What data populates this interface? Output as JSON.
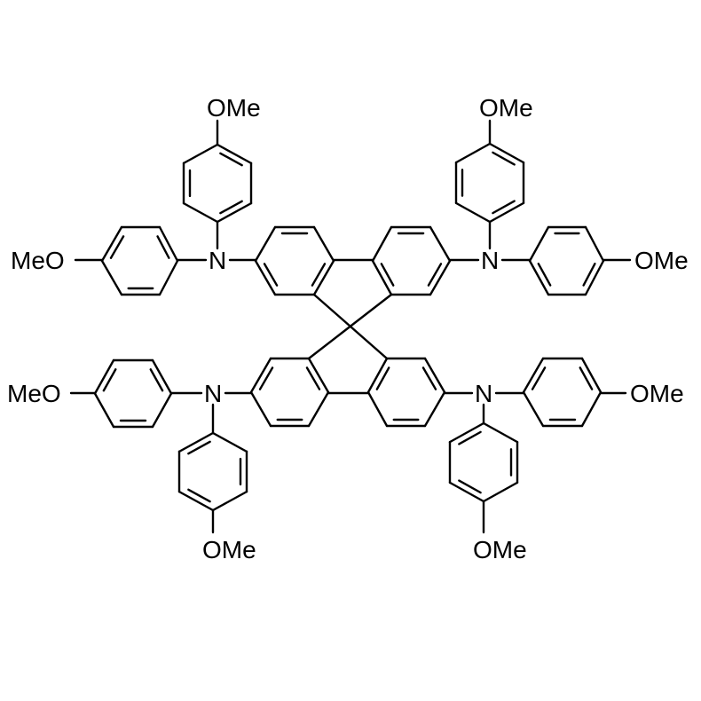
{
  "molecule": {
    "labels": {
      "ome_top_left": "OMe",
      "meo_left_upper": "MeO",
      "n_upper_left": "N",
      "ome_top_right": "OMe",
      "n_upper_right": "N",
      "ome_right_upper": "OMe",
      "meo_left_lower": "MeO",
      "n_lower_left": "N",
      "ome_bottom_left": "OMe",
      "n_lower_right": "N",
      "ome_right_lower": "OMe",
      "ome_bottom_right": "OMe"
    },
    "colors": {
      "bond": "#000000",
      "background": "#ffffff"
    }
  }
}
